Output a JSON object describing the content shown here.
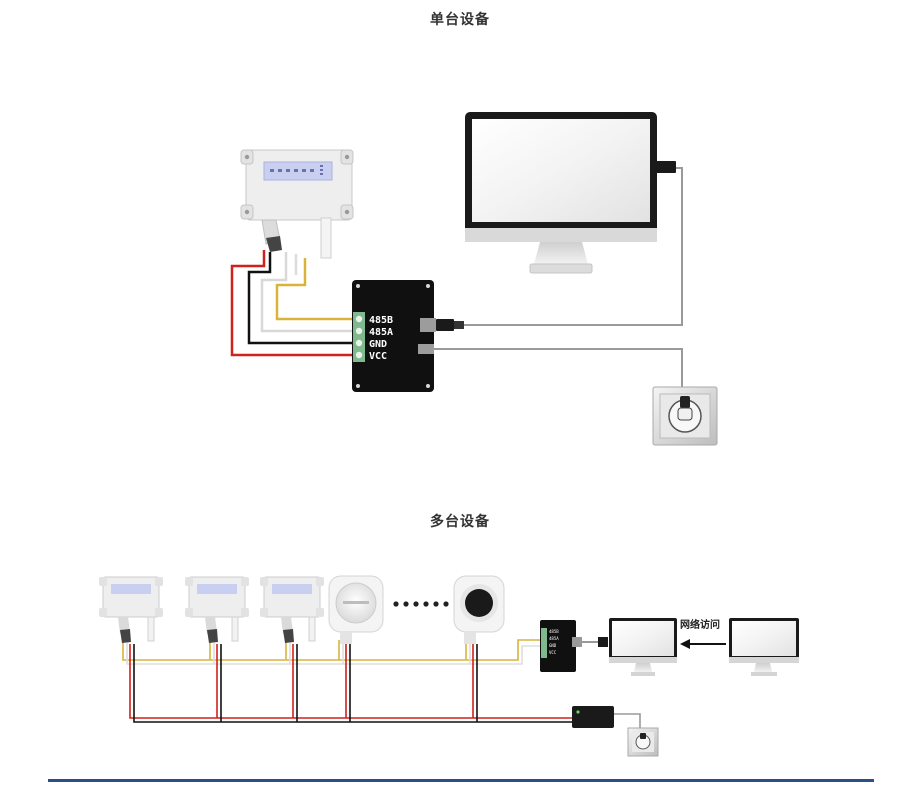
{
  "titles": {
    "single": "单台设备",
    "multi": "多台设备"
  },
  "terminals": [
    "485B",
    "485A",
    "GND",
    "VCC"
  ],
  "network_label": "网络访问",
  "colors": {
    "wire_red": "#d0211c",
    "wire_black": "#111111",
    "wire_white": "#d8d8d8",
    "wire_yellow": "#d9b43a",
    "cable_gray": "#9a9a9a",
    "converter": "#101010",
    "terminal_green": "#7fb98d",
    "rule": "#2d4f88"
  }
}
